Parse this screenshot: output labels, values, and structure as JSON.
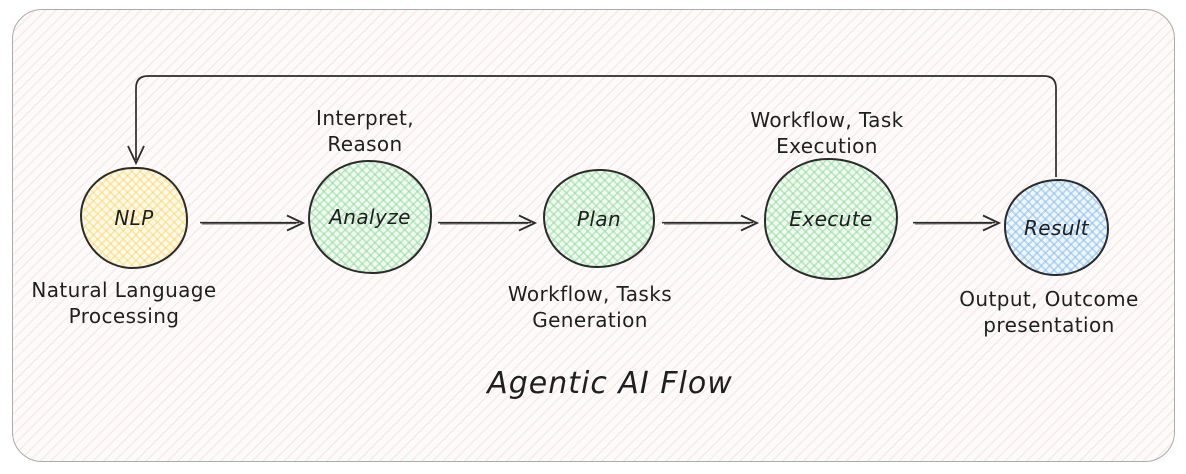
{
  "diagram": {
    "title": "Agentic AI Flow",
    "nodes": [
      {
        "id": "nlp",
        "label": "NLP",
        "fill": "yellow",
        "caption": [
          "Natural Language",
          "Processing"
        ],
        "caption_position": "below"
      },
      {
        "id": "analyze",
        "label": "Analyze",
        "fill": "green",
        "caption": [
          "Interpret,",
          "Reason"
        ],
        "caption_position": "above"
      },
      {
        "id": "plan",
        "label": "Plan",
        "fill": "green",
        "caption": [
          "Workflow, Tasks",
          "Generation"
        ],
        "caption_position": "below"
      },
      {
        "id": "execute",
        "label": "Execute",
        "fill": "green",
        "caption": [
          "Workflow, Task",
          "Execution"
        ],
        "caption_position": "above"
      },
      {
        "id": "result",
        "label": "Result",
        "fill": "blue",
        "caption": [
          "Output, Outcome",
          "presentation"
        ],
        "caption_position": "below"
      }
    ],
    "edges": [
      {
        "from": "nlp",
        "to": "analyze",
        "type": "straight-arrow"
      },
      {
        "from": "analyze",
        "to": "plan",
        "type": "straight-arrow"
      },
      {
        "from": "plan",
        "to": "execute",
        "type": "straight-arrow"
      },
      {
        "from": "execute",
        "to": "result",
        "type": "straight-arrow"
      },
      {
        "from": "result",
        "to": "nlp",
        "type": "feedback-loop-arrow"
      }
    ],
    "colors": {
      "node_stroke": "#2b2b2b",
      "text": "#1f1f1f",
      "yellow_fill": "#fdeec0",
      "green_fill": "#cdeccd",
      "blue_fill": "#c8e2f8",
      "frame_border": "#ababab",
      "background_hatch": "#f6dcdc"
    }
  }
}
